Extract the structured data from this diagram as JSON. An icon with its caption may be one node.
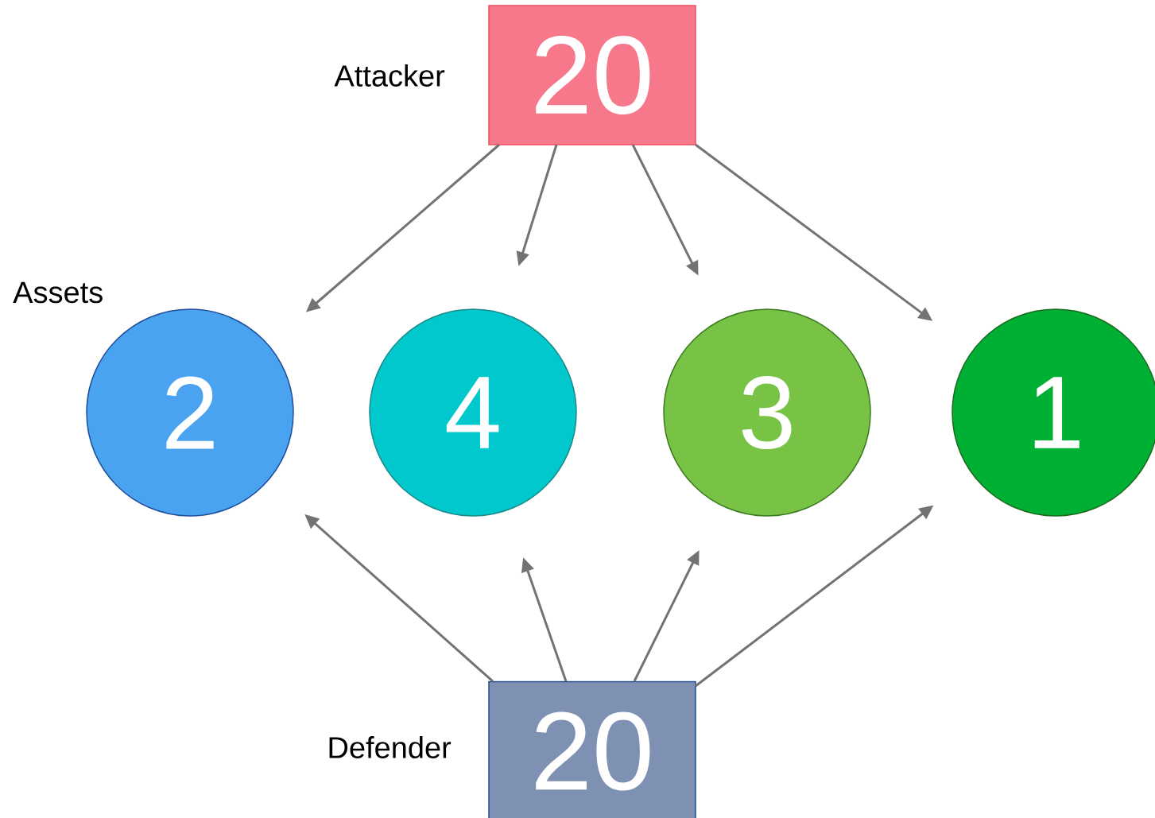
{
  "diagram": {
    "nodes": [
      {
        "text": [
          "20"
        ],
        "beside": [
          "Attacker"
        ]
      },
      {
        "text": [
          "2"
        ]
      },
      {
        "text": [
          "4"
        ]
      },
      {
        "text": [
          "3"
        ]
      },
      {
        "text": [
          "1"
        ]
      },
      {
        "text": [
          "20"
        ],
        "beside": [
          "Defender"
        ]
      }
    ],
    "edges": [
      {
        "from": 0,
        "to": 1,
        "arrow": "to"
      },
      {
        "from": 0,
        "to": 2,
        "arrow": "to"
      },
      {
        "from": 0,
        "to": 3,
        "arrow": "to"
      },
      {
        "from": 0,
        "to": 4,
        "arrow": "to"
      },
      {
        "from": 5,
        "to": 1,
        "arrow": "to"
      },
      {
        "from": 5,
        "to": 2,
        "arrow": "to"
      },
      {
        "from": 5,
        "to": 3,
        "arrow": "to"
      },
      {
        "from": 5,
        "to": 4,
        "arrow": "to"
      }
    ],
    "labels": [
      "Assets"
    ]
  }
}
